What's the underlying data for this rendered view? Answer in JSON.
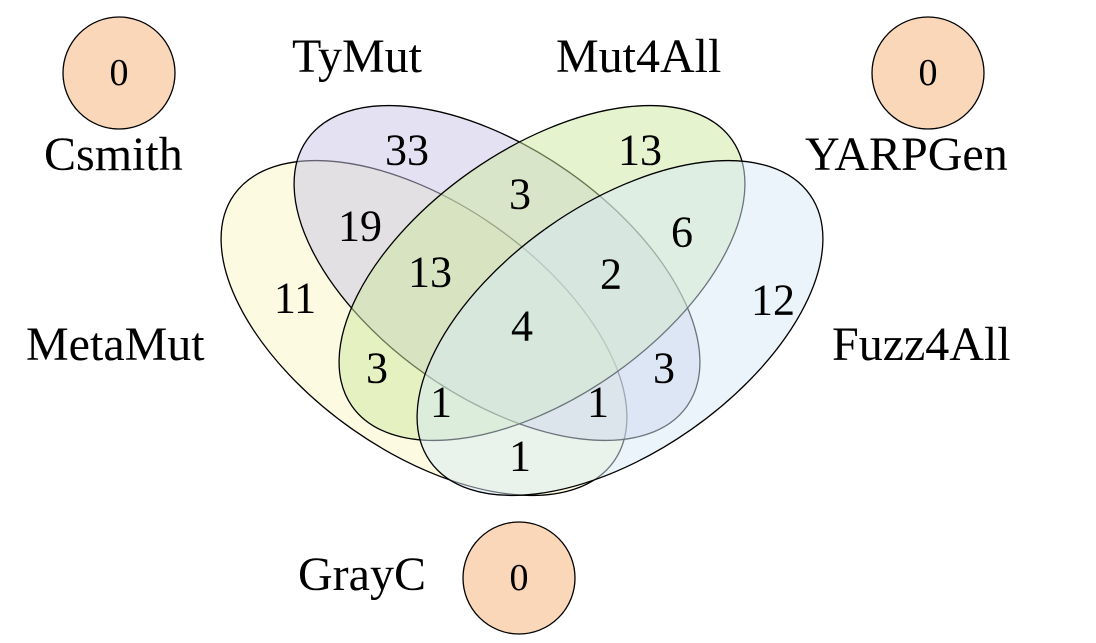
{
  "venn": {
    "sets": [
      {
        "key": "metamut",
        "name": "MetaMut",
        "color": "#FAF6C4"
      },
      {
        "key": "tymut",
        "name": "TyMut",
        "color": "#C9C6E6"
      },
      {
        "key": "mut4all",
        "name": "Mut4All",
        "color": "#CDE7A0"
      },
      {
        "key": "fuzz4all",
        "name": "Fuzz4All",
        "color": "#D6EAF6"
      }
    ],
    "regions": {
      "tymut_only": "33",
      "mut4all_only": "13",
      "tymut_mut4all": "3",
      "metamut_tymut": "19",
      "mut4all_fuzz4all": "6",
      "metamut_tymut_mut4all": "13",
      "tymut_mut4all_fuzz4all": "2",
      "metamut_only": "11",
      "fuzz4all_only": "12",
      "all_four": "4",
      "metamut_mut4all": "3",
      "tymut_fuzz4all": "3",
      "metamut_mut4all_fuzz4all": "1",
      "metamut_tymut_fuzz4all": "1",
      "metamut_fuzz4all": "1"
    },
    "isolated": [
      {
        "key": "csmith",
        "name": "Csmith",
        "count": "0",
        "color": "#F9D7B8"
      },
      {
        "key": "yarpgen",
        "name": "YARPGen",
        "count": "0",
        "color": "#F9D7B8"
      },
      {
        "key": "grayc",
        "name": "GrayC",
        "count": "0",
        "color": "#F9D7B8"
      }
    ]
  }
}
